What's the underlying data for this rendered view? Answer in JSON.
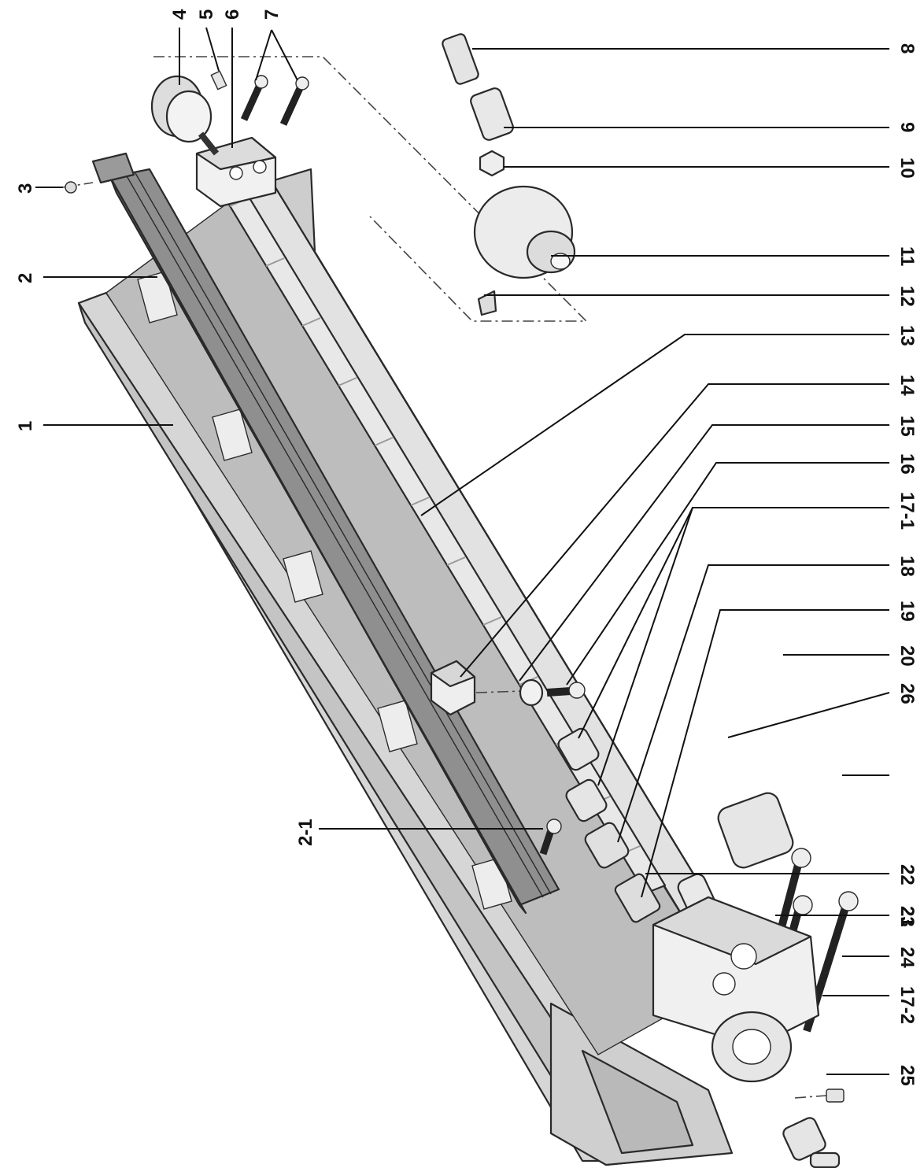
{
  "diagram": {
    "callouts": {
      "c4": "4",
      "c5": "5",
      "c6": "6",
      "c7": "7",
      "c3": "3",
      "c2": "2",
      "c1": "1",
      "c2_1": "2-1",
      "c8": "8",
      "c9": "9",
      "c10": "10",
      "c11": "11",
      "c12": "12",
      "c13": "13",
      "c14": "14",
      "c15": "15",
      "c16": "16",
      "c17_1": "17-1",
      "c18": "18",
      "c19": "19",
      "c20": "20",
      "c26": "26",
      "c22": "22",
      "c23": "23",
      "c21": "21",
      "c24": "24",
      "c17_2": "17-2",
      "c25": "25"
    }
  }
}
